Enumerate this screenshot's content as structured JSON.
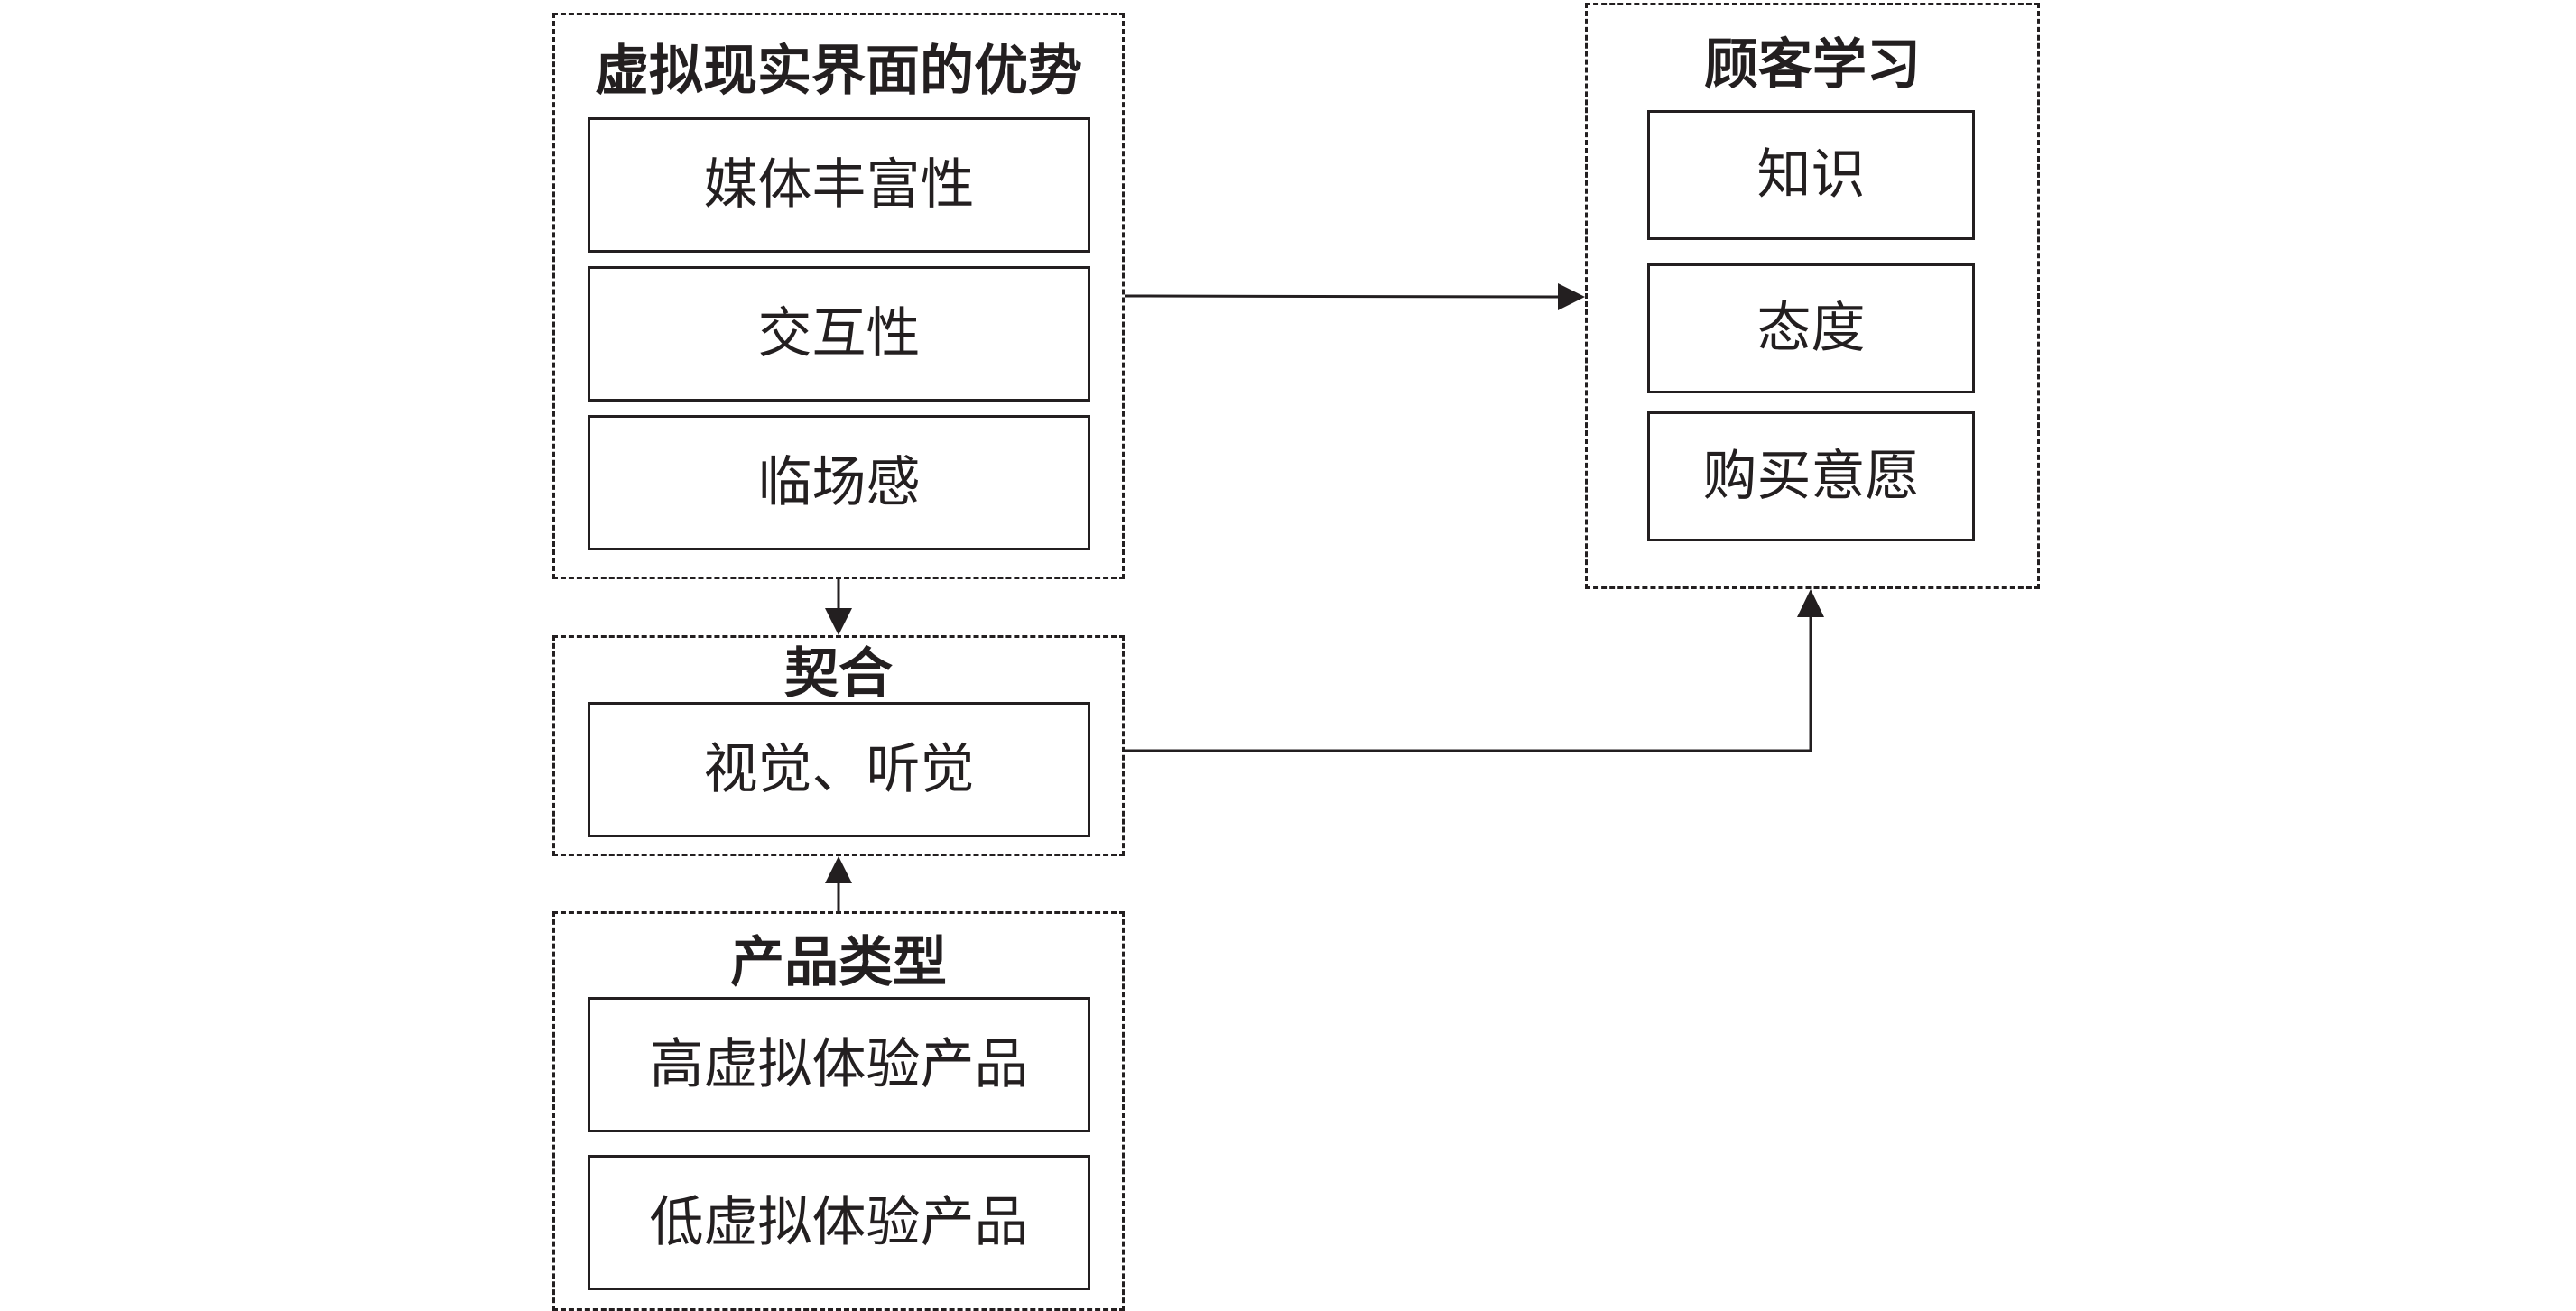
{
  "advantages": {
    "title": "虚拟现实界面的优势",
    "items": [
      "媒体丰富性",
      "交互性",
      "临场感"
    ]
  },
  "fit": {
    "title": "契合",
    "items": [
      "视觉、听觉"
    ]
  },
  "product_type": {
    "title": "产品类型",
    "items": [
      "高虚拟体验产品",
      "低虚拟体验产品"
    ]
  },
  "customer_learning": {
    "title": "顾客学习",
    "items": [
      "知识",
      "态度",
      "购买意愿"
    ]
  },
  "colors": {
    "line": "#231f20",
    "background": "#ffffff"
  }
}
